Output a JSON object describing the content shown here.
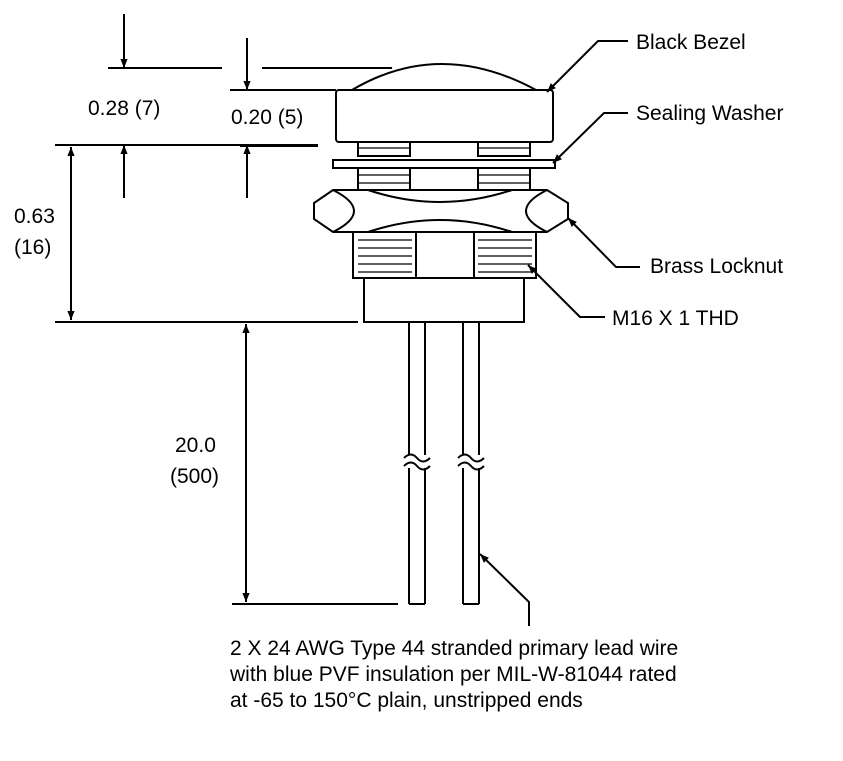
{
  "callouts": {
    "bezel": "Black Bezel",
    "washer": "Sealing Washer",
    "locknut": "Brass Locknut",
    "thread": "M16 X 1 THD"
  },
  "dimensions": {
    "d1": "0.28 (7)",
    "d2": "0.20 (5)",
    "d3_in": "0.63",
    "d3_mm": "(16)",
    "d4_in": "20.0",
    "d4_mm": "(500)"
  },
  "wire_note": {
    "line1": "2 X 24 AWG Type 44 stranded primary lead wire",
    "line2": "with blue PVF insulation per MIL-W-81044 rated",
    "line3": "at -65 to 150°C plain, unstripped ends"
  }
}
